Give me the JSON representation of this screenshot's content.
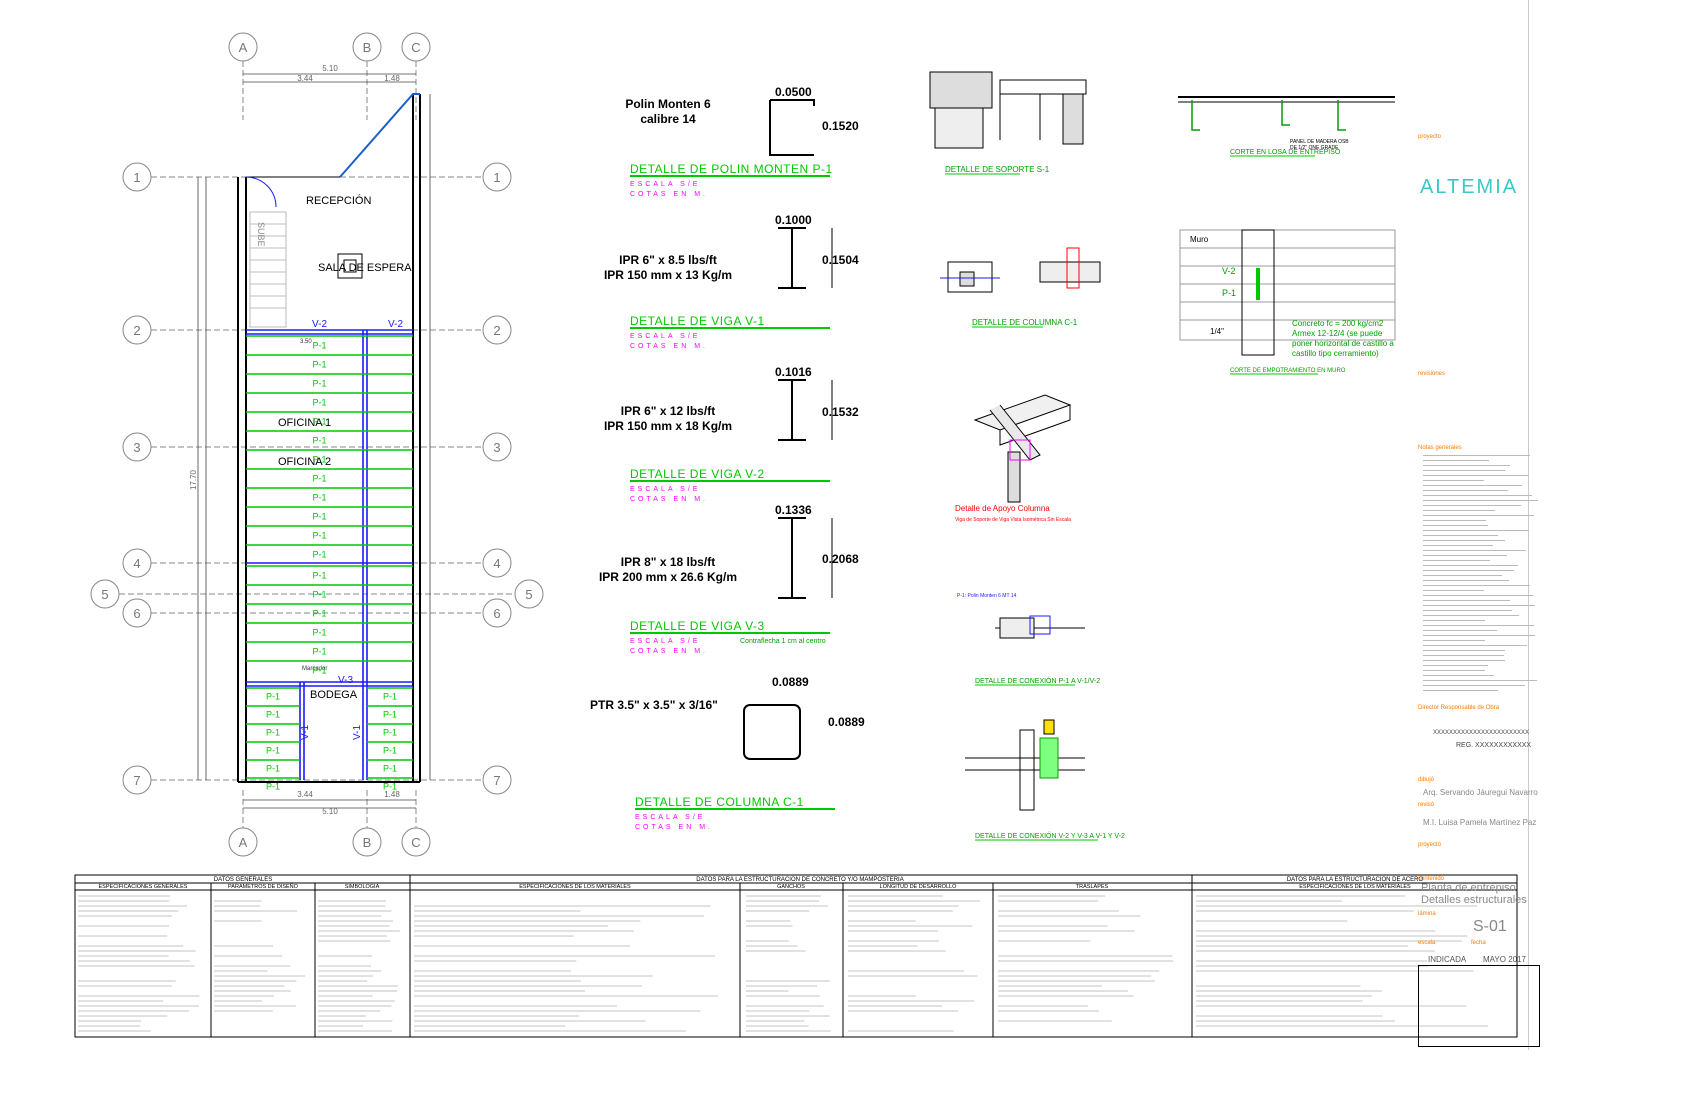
{
  "plan": {
    "grid_cols_top": [
      "A",
      "B",
      "C"
    ],
    "grid_cols_bottom": [
      "A",
      "B",
      "C"
    ],
    "grid_rows": [
      "1",
      "2",
      "3",
      "4",
      "5",
      "6",
      "7"
    ],
    "dims_top": [
      "5.10",
      "3.44",
      "1.48"
    ],
    "dims_bottom": [
      "3.44",
      "1.48",
      "5.10"
    ],
    "dim_left_total": "17.70",
    "rooms": {
      "reception": "RECEPCIÓN",
      "waiting": "SALA DE ESPERA",
      "office1": "OFICINA 1",
      "office2": "OFICINA 2",
      "storage": "BODEGA",
      "stairs": "SUBE"
    },
    "beam_labels": [
      "V-2",
      "V-2",
      "V-3",
      "V-1",
      "V-1"
    ],
    "joist_label": "P-1",
    "small_label": "3.50",
    "small_label2": "Marcador"
  },
  "details": [
    {
      "title": "DETALLE DE POLIN MONTEN P-1",
      "scale": "ESCALA S/E",
      "units": "COTAS EN M.",
      "name1": "Polin Monten 6",
      "name2": "calibre 14",
      "dim_top": "0.0500",
      "dim_side": "0.1520"
    },
    {
      "title": "DETALLE DE VIGA V-1",
      "scale": "ESCALA S/E",
      "units": "COTAS EN M.",
      "name1": "IPR 6\" x 8.5 lbs/ft",
      "name2": "IPR 150 mm x 13 Kg/m",
      "dim_top": "0.1000",
      "dim_side": "0.1504"
    },
    {
      "title": "DETALLE DE VIGA V-2",
      "scale": "ESCALA S/E",
      "units": "COTAS EN M.",
      "name1": "IPR 6\" x 12 lbs/ft",
      "name2": "IPR 150 mm x 18 Kg/m",
      "dim_top": "0.1016",
      "dim_side": "0.1532"
    },
    {
      "title": "DETALLE DE VIGA V-3",
      "scale": "ESCALA S/E",
      "units": "COTAS EN M.",
      "name1": "IPR 8\" x 18 lbs/ft",
      "name2": "IPR 200 mm x 26.6 Kg/m",
      "dim_top": "0.1336",
      "dim_side": "0.2068",
      "note": "Contraflecha 1 cm al centro"
    },
    {
      "title": "DETALLE DE COLUMNA C-1",
      "scale": "ESCALA S/E",
      "units": "COTAS EN M.",
      "name1": "PTR 3.5\" x 3.5\" x 3/16\"",
      "name2": "",
      "dim_top": "0.0889",
      "dim_side": "0.0889"
    }
  ],
  "mid_details": {
    "soporte": "DETALLE DE SOPORTE S-1",
    "columna": "DETALLE DE COLUMNA C-1",
    "apoyo": "Detalle de Apoyo Columna",
    "apoyo_sub": "Viga de Soporte de Viga Vista Isométrica    Sin Escala",
    "conexion1": "DETALLE DE CONEXIÓN P-1 A V-1/V-2",
    "conexion2": "DETALLE DE CONEXIÓN V-2 Y V-3 A V-1 Y V-2",
    "conexion_label": "P-1: Polin Monten 6 MT 14",
    "corte": "CORTE EN LOSA DE ENTREPISO",
    "empotramiento": "CORTE DE EMPOTRAMIENTO EN MURO",
    "muro": "Muro",
    "concreto_note": [
      "Concreto fc = 200 kg/cm2",
      "Armex 12-12/4 (se puede",
      "poner horizontal de castillo a",
      "castillo tipo cerramiento)"
    ],
    "panel_note": [
      "PANEL DE MADERA OSB",
      "DE 1/2\" ONE GRADE"
    ],
    "v2_label": "V-2",
    "p1_label": "P-1",
    "frac_label": "1/4\""
  },
  "bottom_sections": {
    "left_header": "DATOS GENERALES",
    "mid_header": "DATOS PARA LA ESTRUCTURACION DE CONCRETO Y/O MAMPOSTERIA",
    "right_header": "DATOS PARA LA ESTRUCTURACION DE ACERO",
    "subheaders": [
      "ESPECIFICACIONES GENERALES",
      "PARAMETROS DE DISEÑO",
      "SIMBOLOGIA",
      "ESPECIFICACIONES DE LOS MATERIALES",
      "GANCHOS",
      "LONGITUD DE DESARROLLO",
      "TRASLAPES",
      "ESPECIFICACIONES DE LOS MATERIALES"
    ]
  },
  "title_block": {
    "project_label": "proyecto",
    "company": "ALTEMIA",
    "revisions_label": "revisiones",
    "notes_label": "Notas generales",
    "director_label": "Director Responsable de Obra",
    "director_name": "XXXXXXXXXXXXXXXXXXXXXXXX",
    "director_reg": "REG. XXXXXXXXXXXX",
    "drawn_label": "dibujó",
    "drawn_by": "Arq. Servando Jáuregui Navarro",
    "reviewed_label": "revisó",
    "reviewed_by": "M.I. Luisa Pamela Martínez Paz",
    "project2_label": "proyectó",
    "content_label": "contenido",
    "content_title": "Planta de entrepiso Detalles estructurales",
    "sheet_label": "lámina",
    "sheet": "S-01",
    "scale_label": "escala",
    "date_label": "fecha",
    "scale_value": "INDICADA",
    "date_value": "MAYO 2017"
  },
  "colors": {
    "green": "#00c800",
    "blue": "#1a1aff",
    "magenta": "#ff00ff",
    "red": "#ff0000",
    "grey": "#9a9a9a"
  }
}
